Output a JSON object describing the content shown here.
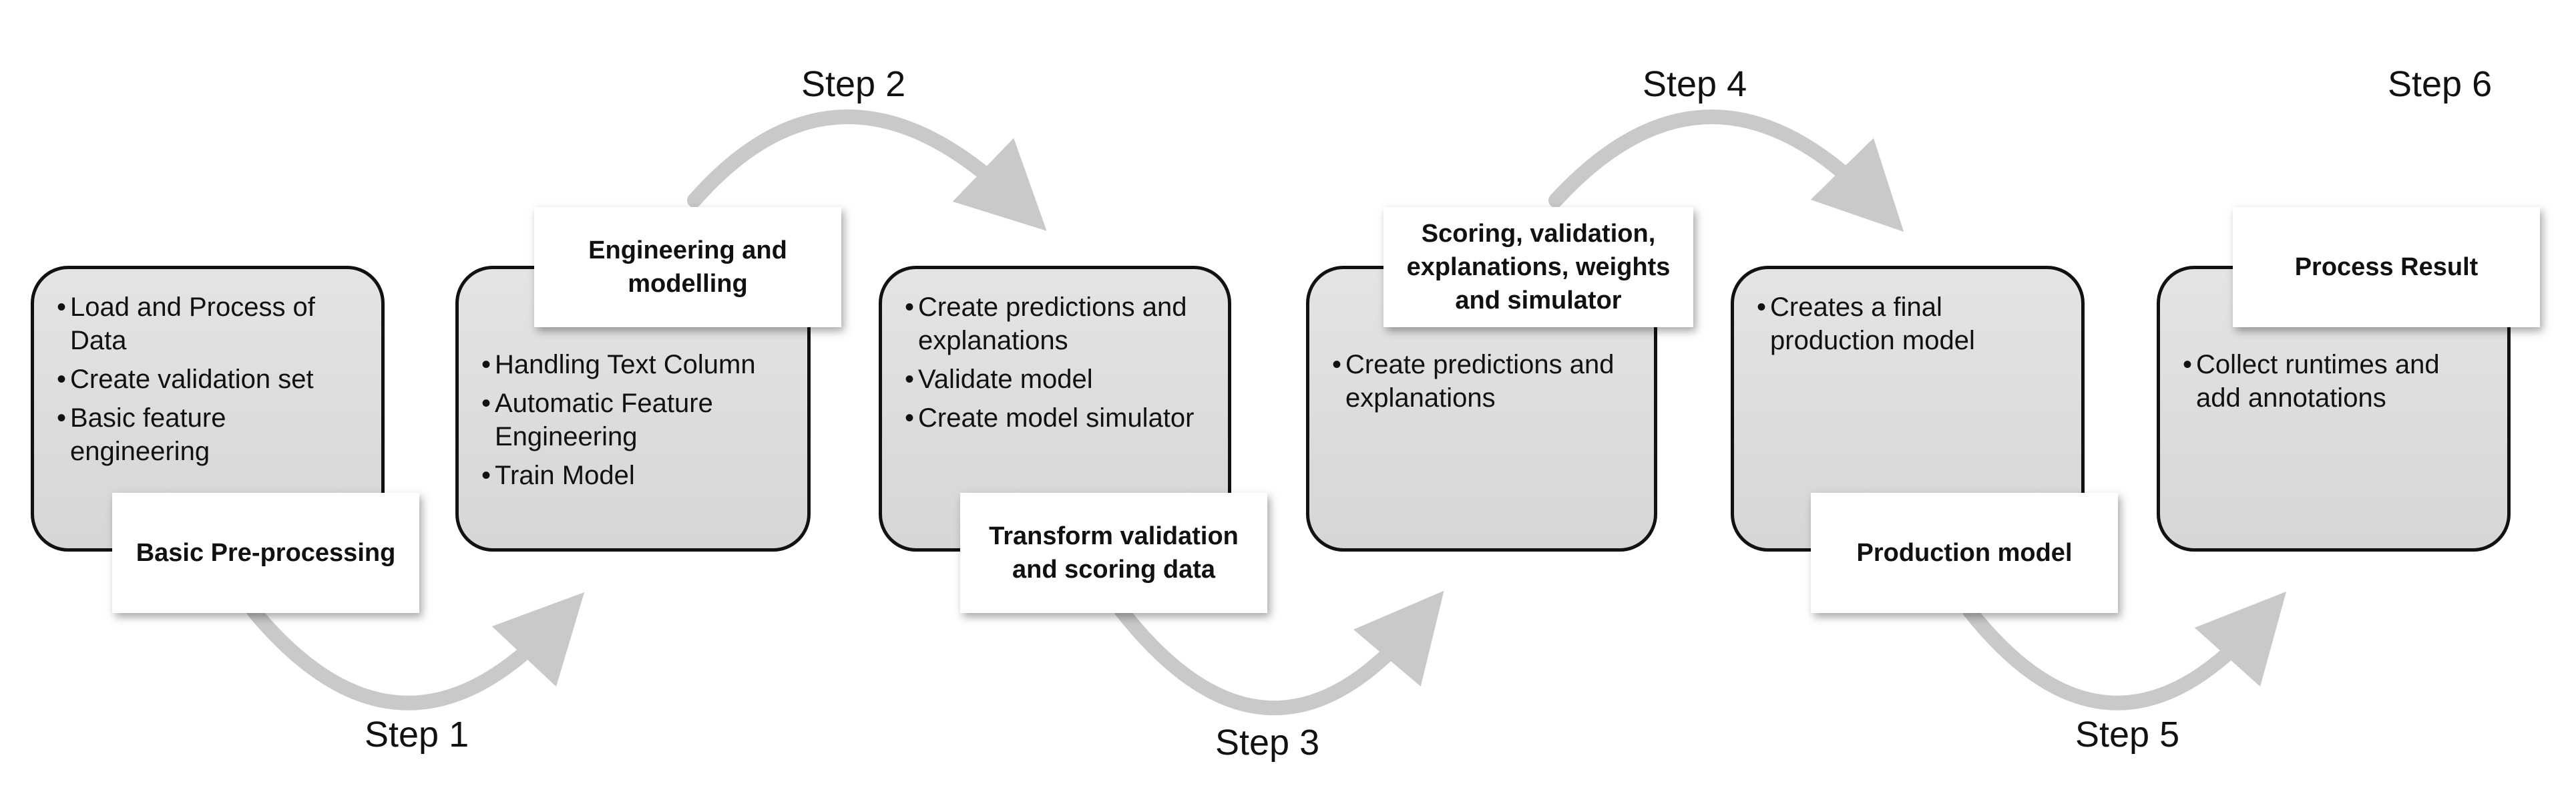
{
  "arrow_color": "#c9c9c9",
  "box_fill": "#dcdcdc",
  "box_border": "#111111",
  "stages": [
    {
      "step": "Step 1",
      "label": "Basic Pre-processing",
      "bullets": [
        "Load and Process of Data",
        "Create validation set",
        "Basic feature engineering"
      ]
    },
    {
      "step": "Step 2",
      "label": "Engineering and modelling",
      "bullets": [
        "Handling Text Column",
        "Automatic Feature Engineering",
        "Train Model"
      ]
    },
    {
      "step": "Step 3",
      "label": "Transform validation and scoring data",
      "bullets": [
        "Create predictions and explanations",
        "Validate model",
        "Create model simulator"
      ]
    },
    {
      "step": "Step 4",
      "label": "Scoring, validation, explanations, weights and simulator",
      "bullets": [
        "Create predictions and explanations"
      ]
    },
    {
      "step": "Step 5",
      "label": "Production model",
      "bullets": [
        "Creates a final production model"
      ]
    },
    {
      "step": "Step 6",
      "label": "Process Result",
      "bullets": [
        "Collect runtimes and add annotations"
      ]
    }
  ]
}
